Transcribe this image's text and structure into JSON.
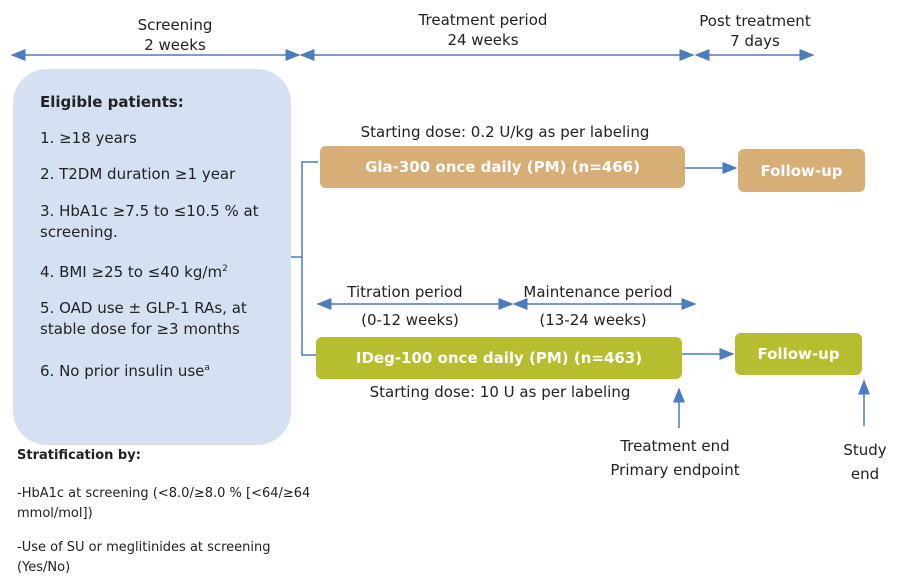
{
  "phases": {
    "screening": {
      "line1": "Screening",
      "line2": "2 weeks"
    },
    "treatment": {
      "line1": "Treatment period",
      "line2": "24 weeks"
    },
    "post": {
      "line1": "Post treatment",
      "line2": "7 days"
    }
  },
  "eligibility": {
    "title": "Eligible patients:",
    "c1": "1. ≥18 years",
    "c2": "2. T2DM duration ≥1 year",
    "c3": "3. HbA1c ≥7.5 to ≤10.5 % at screening.",
    "c4_main": "4. BMI ≥25 to ≤40 kg/m",
    "c4_sup": "2",
    "c5": "5. OAD use ± GLP-1 RAs, at stable dose for ≥3 months",
    "c6_main": "6. No prior insulin use",
    "c6_sup": "a"
  },
  "gla": {
    "dose_note": "Starting dose: 0.2 U/kg as per labeling",
    "label": "Gla-300 once daily (PM) (n=466)",
    "followup": "Follow-up",
    "color": "#d8ae77"
  },
  "ideg": {
    "titration_label": "Titration period",
    "titration_weeks": "(0-12 weeks)",
    "maintenance_label": "Maintenance period",
    "maintenance_weeks": "(13-24 weeks)",
    "label": "IDeg-100 once daily (PM) (n=463)",
    "dose_note": "Starting dose: 10 U as per labeling",
    "followup": "Follow-up",
    "color": "#b6be2f"
  },
  "endpoints": {
    "treatment_end": "Treatment end",
    "primary": "Primary endpoint",
    "study": "Study",
    "end": "end"
  },
  "stratification": {
    "title": "Stratification by:",
    "item1": "-HbA1c at screening (<8.0/≥8.0 % [<64/≥64 mmol/mol])",
    "item2": "-Use of SU or meglitinides at screening (Yes/No)"
  },
  "colors": {
    "arrow": "#4a7cbf",
    "eligibility_bg": "#d6e0f3"
  }
}
